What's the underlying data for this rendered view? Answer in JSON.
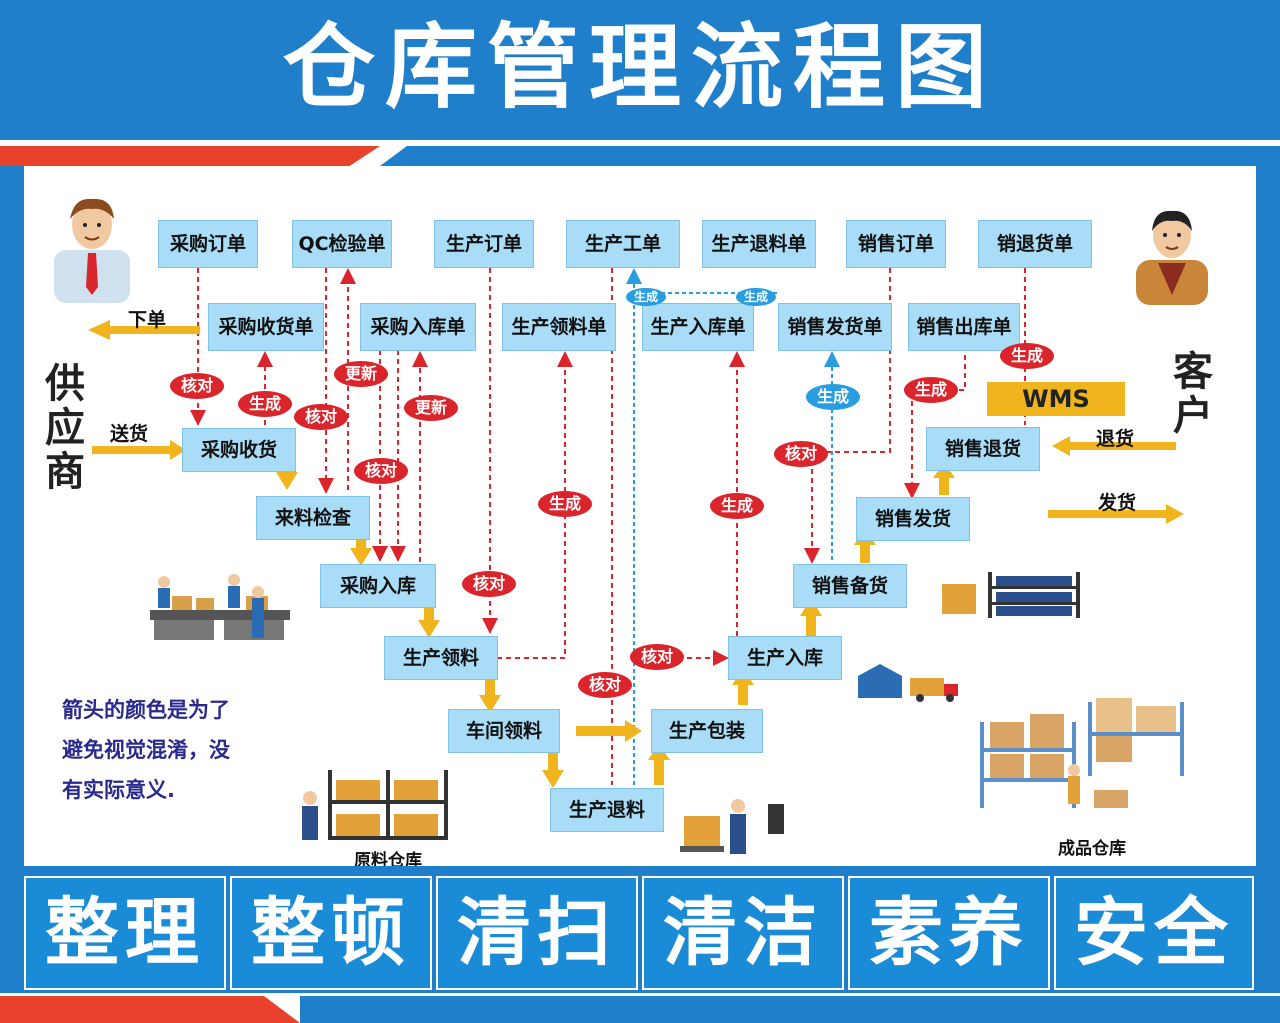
{
  "title": "仓库管理流程图",
  "documents": {
    "purchase_order": "采购订单",
    "qc_sheet": "QC检验单",
    "production_order": "生产订单",
    "work_order": "生产工单",
    "return_material": "生产退料单",
    "sales_order": "销售订单",
    "sales_return": "销退货单",
    "receipt_note": "采购收货单",
    "purchase_in": "采购入库单",
    "pick_note": "生产领料单",
    "prod_in": "生产入库单",
    "sales_ship": "销售发货单",
    "sales_out": "销售出库单"
  },
  "processes": {
    "receiving": "采购收货",
    "inspection": "来料检查",
    "storage": "采购入库",
    "picking": "生产领料",
    "workshop": "车间领料",
    "return": "生产退料",
    "packaging": "生产包装",
    "prod_storage": "生产入库",
    "stocking": "销售备货",
    "shipping": "销售发货",
    "sales_return": "销售退货"
  },
  "badges": {
    "check": "核对",
    "generate": "生成",
    "update": "更新"
  },
  "labels": {
    "place_order": "下单",
    "deliver": "送货",
    "supplier": "供应商",
    "customer": "客户",
    "return_goods": "退货",
    "ship": "发货",
    "wms": "WMS"
  },
  "note": [
    "箭头的颜色是为了",
    "避免视觉混淆，没",
    "有实际意义."
  ],
  "captions": {
    "raw_warehouse": "原料仓库",
    "finished_warehouse": "成品仓库"
  },
  "bottom": [
    "整理",
    "整顿",
    "清扫",
    "清洁",
    "素养",
    "安全"
  ],
  "colors": {
    "brand_blue": "#1f7fcb",
    "accent_red": "#e8412c",
    "box_fill": "#a9dcf7",
    "arrow_yellow": "#f0b41c",
    "badge_red": "#d9252b",
    "badge_blue": "#2a9de0"
  }
}
